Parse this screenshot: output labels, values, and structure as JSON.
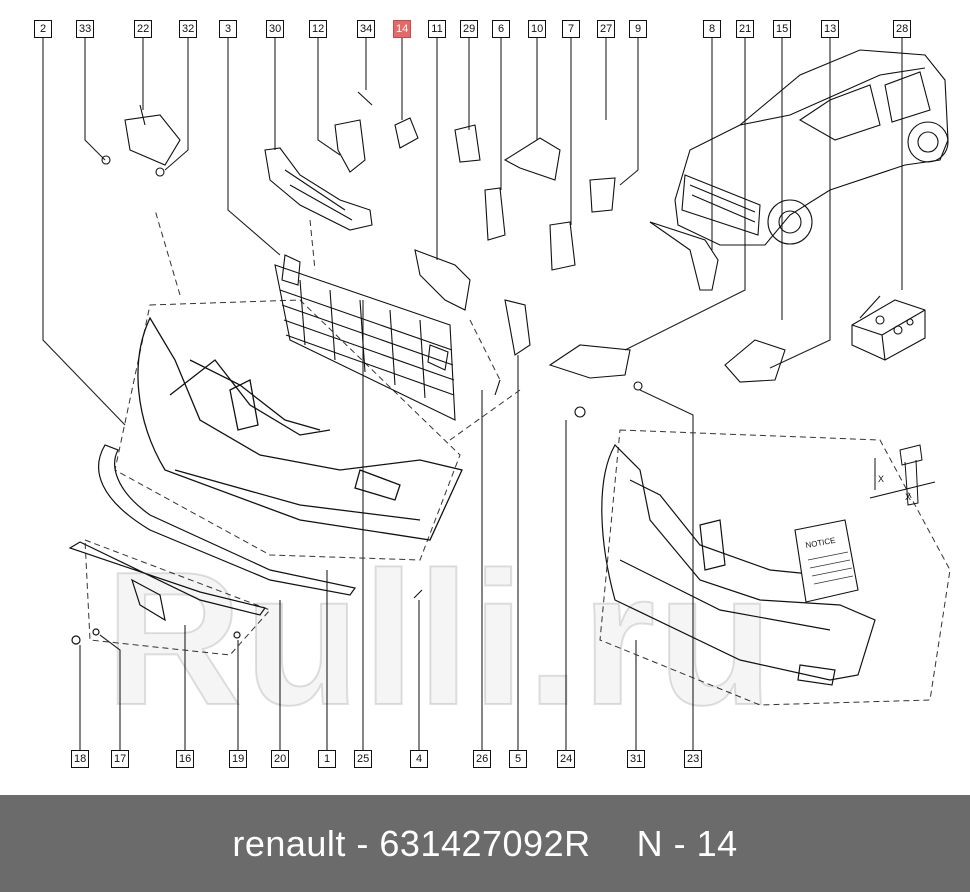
{
  "callouts": {
    "top": [
      "2",
      "33",
      "22",
      "32",
      "3",
      "30",
      "12",
      "34",
      "14",
      "11",
      "29",
      "6",
      "10",
      "7",
      "27",
      "9",
      "8",
      "21",
      "15",
      "13",
      "28"
    ],
    "bottom": [
      "18",
      "17",
      "16",
      "19",
      "20",
      "1",
      "25",
      "4",
      "26",
      "5",
      "24",
      "31",
      "23"
    ]
  },
  "highlight_color": "#e46a6a",
  "notice_label": "NOTICE",
  "dimension_label": "X",
  "watermark": "Rulli.ru",
  "footer": {
    "part_label": "renault - 631427092R",
    "position_label": "N - 14"
  }
}
